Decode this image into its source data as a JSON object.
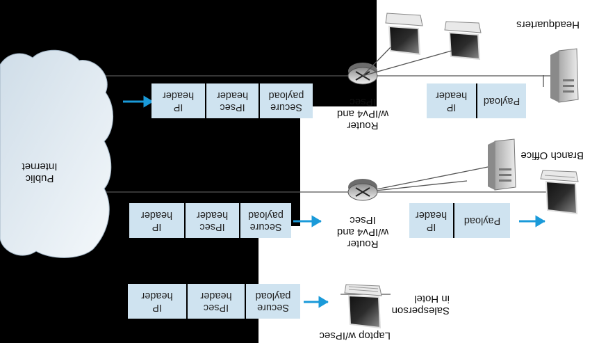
{
  "cloud": {
    "label_line1": "Public",
    "label_line2": "Internet"
  },
  "labels": {
    "headquarters": "Headquarters",
    "branch_office": "Branch Office",
    "router_hq": {
      "line1": "Router",
      "line2": "w/IPv4 and",
      "line3": "IPsec"
    },
    "router_branch": {
      "line1": "Router",
      "line2": "w/IPv4 and",
      "line3": "IPsec"
    },
    "laptop": {
      "line1": "Laptop w/IPsec"
    },
    "salesperson": {
      "line1": "Salesperson",
      "line2": "in Hotel"
    }
  },
  "packets": {
    "ipsec_hq": [
      {
        "line1": "IP",
        "line2": "header"
      },
      {
        "line1": "IPsec",
        "line2": "header"
      },
      {
        "line1": "Secure",
        "line2": "payload"
      }
    ],
    "ipsec_branch": [
      {
        "line1": "IP",
        "line2": "header"
      },
      {
        "line1": "IPsec",
        "line2": "header"
      },
      {
        "line1": "Secure",
        "line2": "payload"
      }
    ],
    "ipsec_laptop": [
      {
        "line1": "IP",
        "line2": "header"
      },
      {
        "line1": "IPsec",
        "line2": "header"
      },
      {
        "line1": "Secure",
        "line2": "payload"
      }
    ],
    "plain_hq": [
      {
        "line1": "IP",
        "line2": "header"
      },
      {
        "line1": "Payload",
        "line2": ""
      }
    ],
    "plain_branch": [
      {
        "line1": "IP",
        "line2": "header"
      },
      {
        "line1": "Payload",
        "line2": ""
      }
    ]
  },
  "colors": {
    "background": "#000000",
    "lan_panel": "#ffffff",
    "packet_fill": "#cfe3f0",
    "arrow": "#1a9ad9",
    "cloud": "#e6eef5"
  }
}
